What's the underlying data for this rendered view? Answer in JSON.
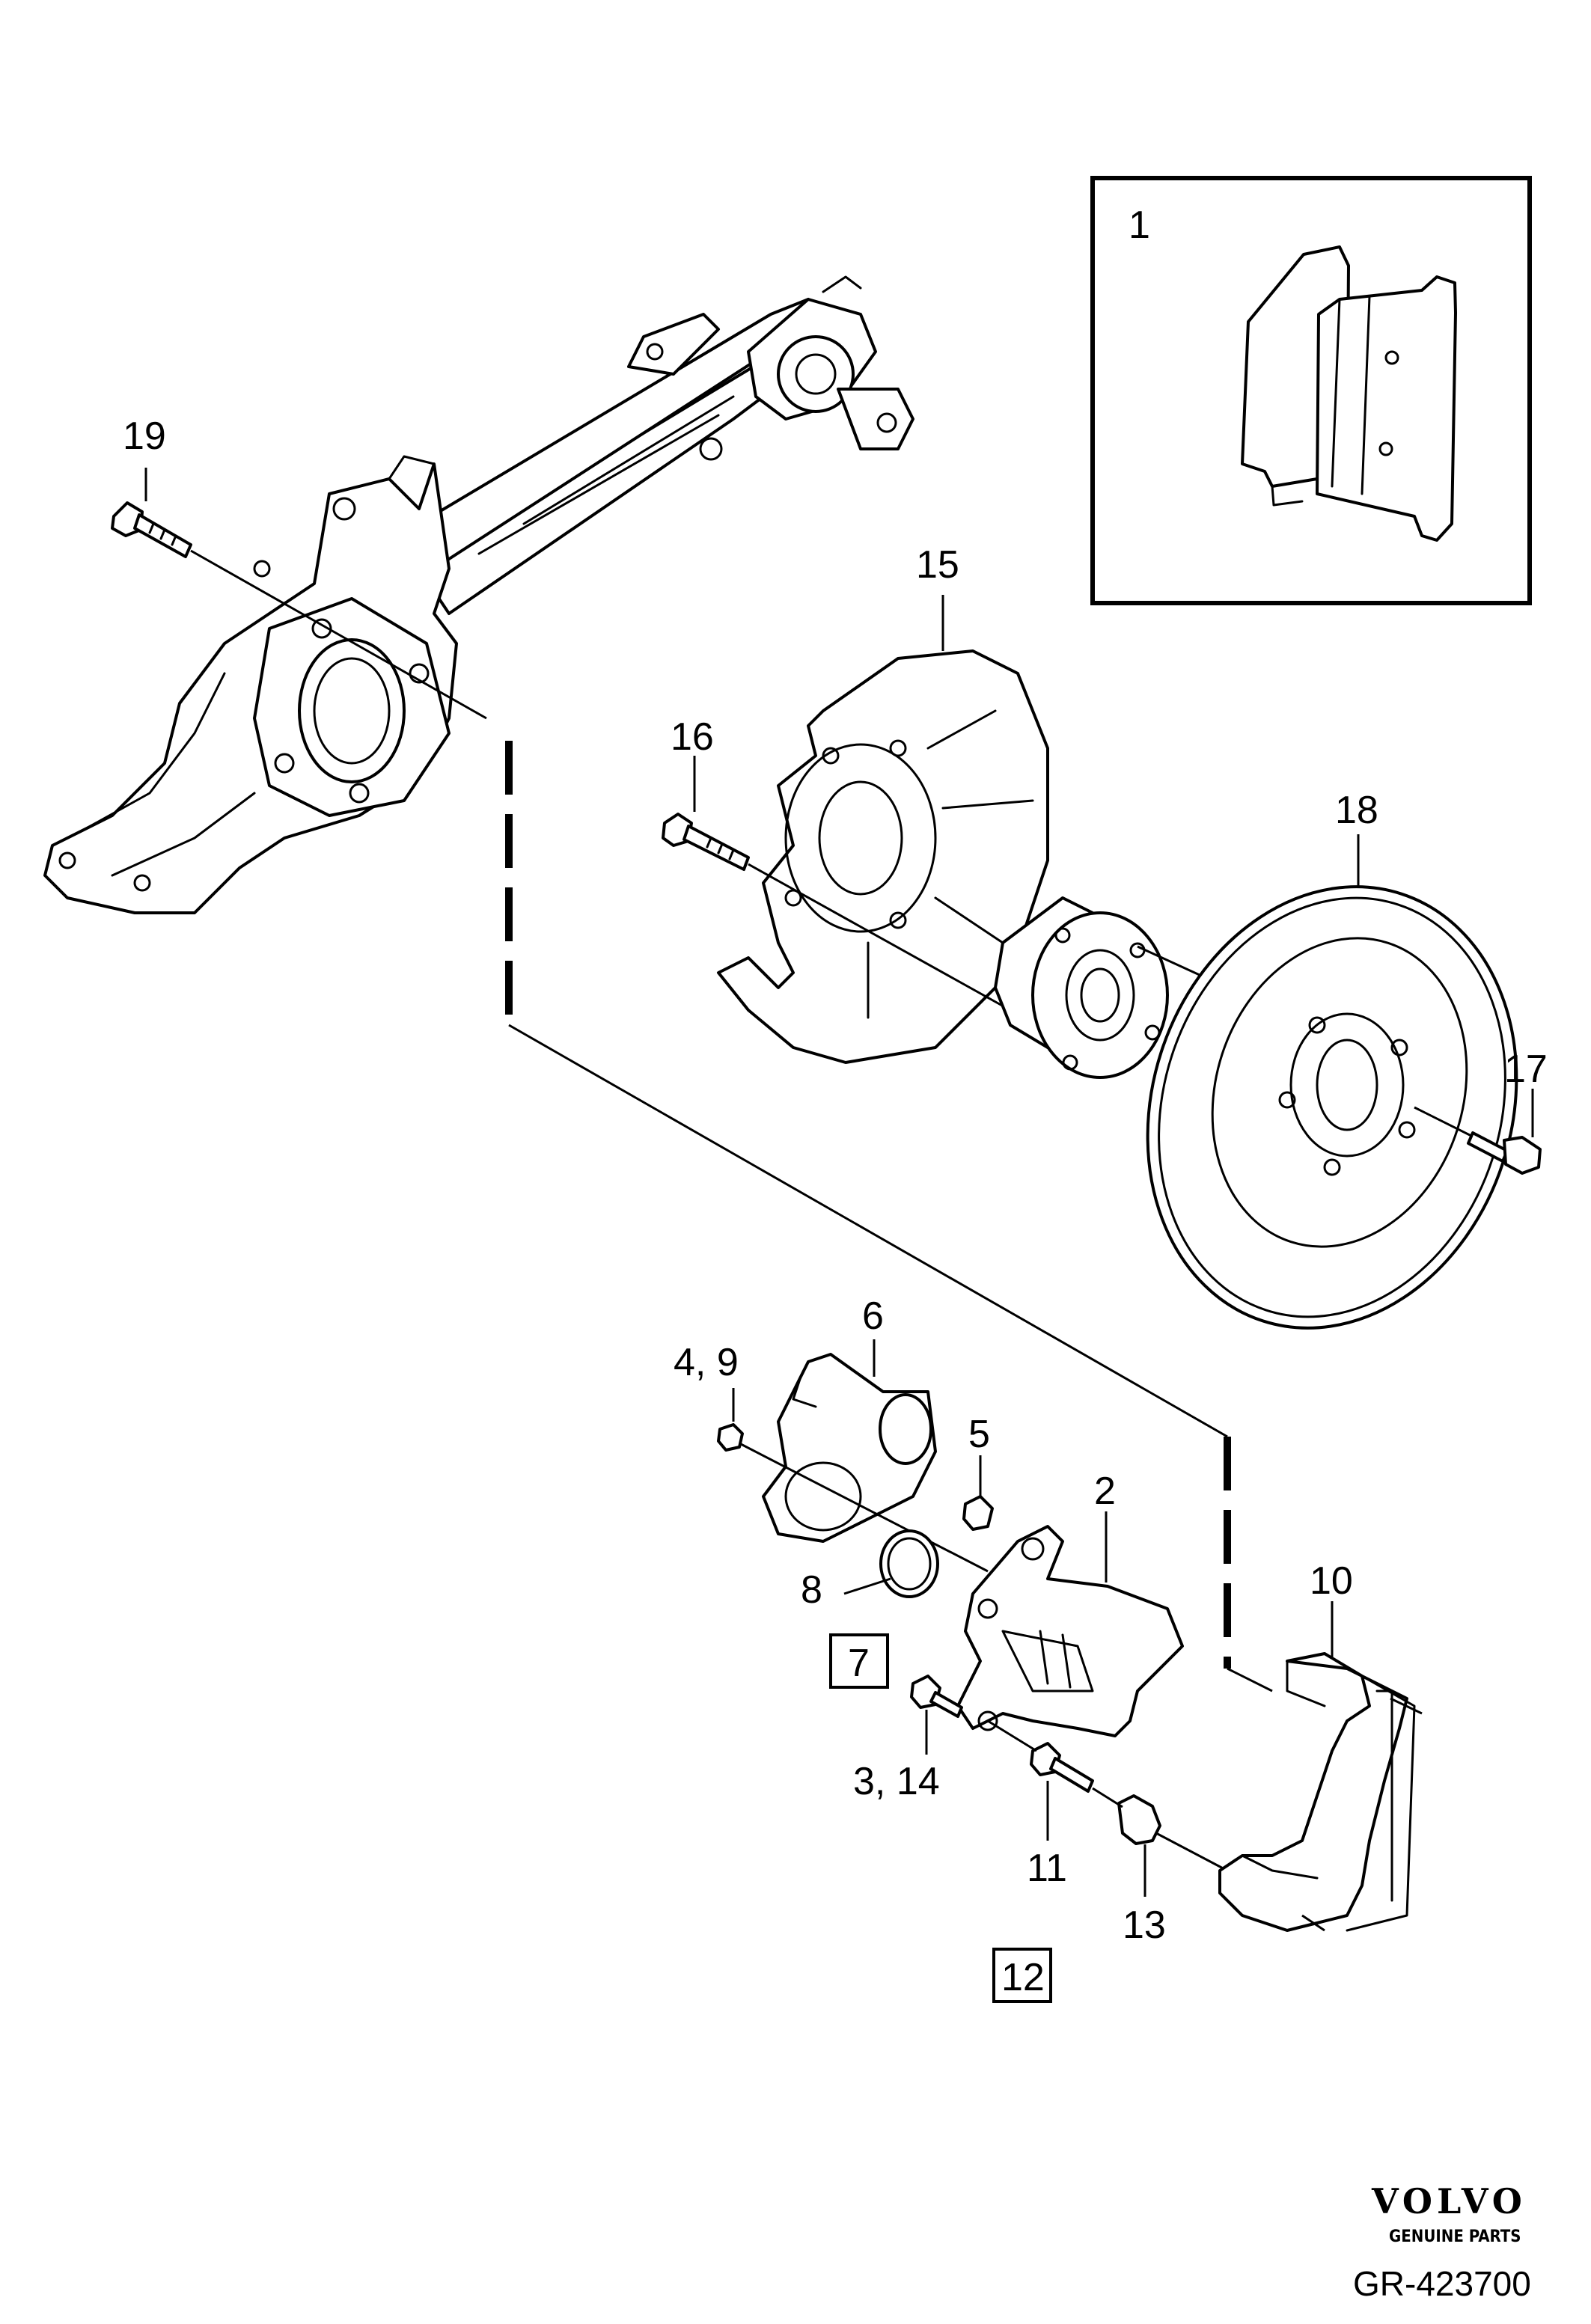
{
  "callouts": {
    "c1": "1",
    "c2": "2",
    "c3_14": "3, 14",
    "c4_9": "4, 9",
    "c5": "5",
    "c6": "6",
    "c7": "7",
    "c8": "8",
    "c10": "10",
    "c11": "11",
    "c12": "12",
    "c13": "13",
    "c15": "15",
    "c16": "16",
    "c17": "17",
    "c18": "18",
    "c19": "19"
  },
  "branding": {
    "brand": "VOLVO",
    "tagline": "GENUINE PARTS",
    "reference": "GR-423700"
  }
}
